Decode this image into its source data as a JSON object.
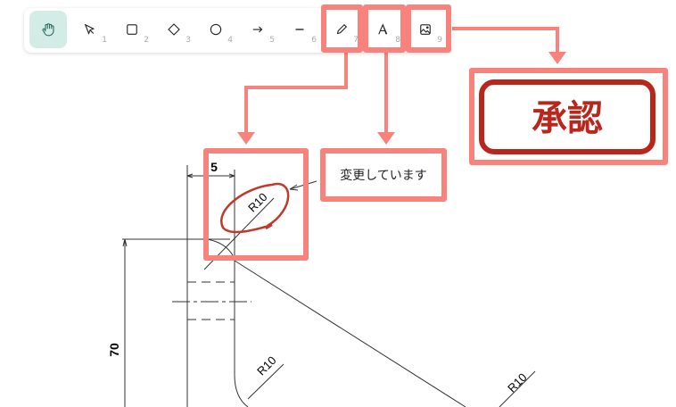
{
  "toolbar": {
    "tools": [
      {
        "name": "hand",
        "icon": "hand-icon",
        "shortcut": "",
        "active": true
      },
      {
        "name": "selection",
        "icon": "cursor-icon",
        "shortcut": "1"
      },
      {
        "name": "rectangle",
        "icon": "square-icon",
        "shortcut": "2"
      },
      {
        "name": "diamond",
        "icon": "diamond-icon",
        "shortcut": "3"
      },
      {
        "name": "ellipse",
        "icon": "circle-icon",
        "shortcut": "4"
      },
      {
        "name": "arrow",
        "icon": "arrow-icon",
        "shortcut": "5"
      },
      {
        "name": "line",
        "icon": "line-icon",
        "shortcut": "6"
      },
      {
        "name": "draw",
        "icon": "pencil-icon",
        "shortcut": "7"
      },
      {
        "name": "text",
        "icon": "text-icon",
        "shortcut": "8"
      },
      {
        "name": "image",
        "icon": "image-icon",
        "shortcut": "9"
      }
    ]
  },
  "annotation": {
    "note_text": "変更しています",
    "stamp_text": "承認"
  },
  "drawing": {
    "dim_width": "5",
    "dim_height": "70",
    "radius_top": "R10",
    "radius_bottom": "R10",
    "radius_right": "R10"
  },
  "colors": {
    "highlight": "#f8837c",
    "stamp": "#b8261c",
    "pen": "#c0392b",
    "active_tool": "#d3ede6"
  }
}
